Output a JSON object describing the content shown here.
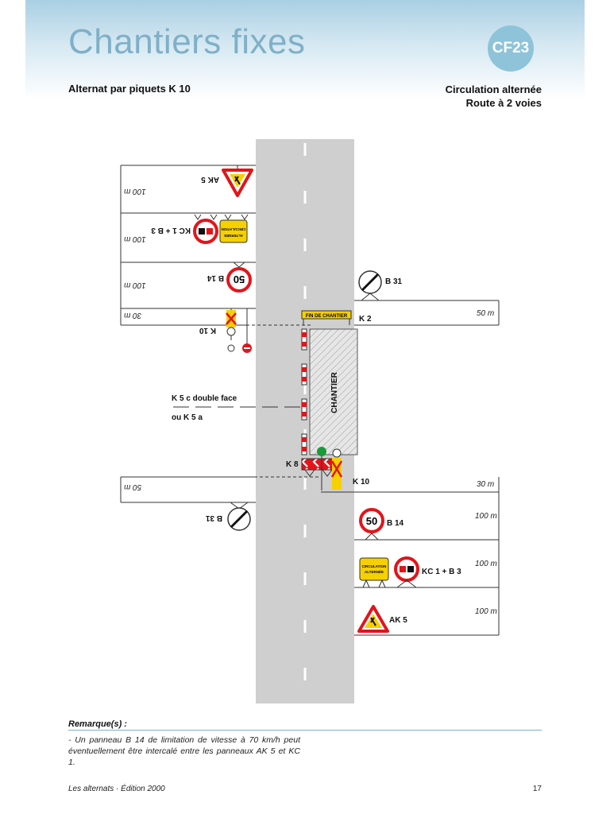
{
  "header": {
    "title": "Chantiers fixes",
    "badge": "CF23",
    "subtitle_left": "Alternat par piquets K 10",
    "subtitle_right_line1": "Circulation alternée",
    "subtitle_right_line2": "Route à 2 voies"
  },
  "signs": {
    "ak5": "AK 5",
    "kc1_b3": "KC 1 + B 3",
    "b14": "B 14",
    "b31": "B 31",
    "k10": "K 10",
    "k2": "K 2",
    "k8": "K 8",
    "k5_line1": "K 5 c double face",
    "k5_line2": "ou K 5 a",
    "speed": "50",
    "fin_de_chantier": "FIN DE CHANTIER",
    "circ_line1": "CIRCULATION",
    "circ_line2": "ALTERNÉE",
    "chantier": "CHANTIER"
  },
  "distances": {
    "d100": "100 m",
    "d30": "30 m",
    "d50": "50 m"
  },
  "remark": {
    "title": "Remarque(s) :",
    "text": "- Un panneau B 14 de limitation de vitesse à 70 km/h peut éventuellement être intercalé entre les panneaux AK 5 et KC 1."
  },
  "footer": {
    "left": "Les alternats · Édition 2000",
    "page": "17"
  },
  "colors": {
    "accent": "#7fb0c8",
    "road": "#cfcfcf",
    "sign_red": "#e3141b",
    "sign_yellow": "#f6d000",
    "work_zone": "#e4e4e4"
  }
}
